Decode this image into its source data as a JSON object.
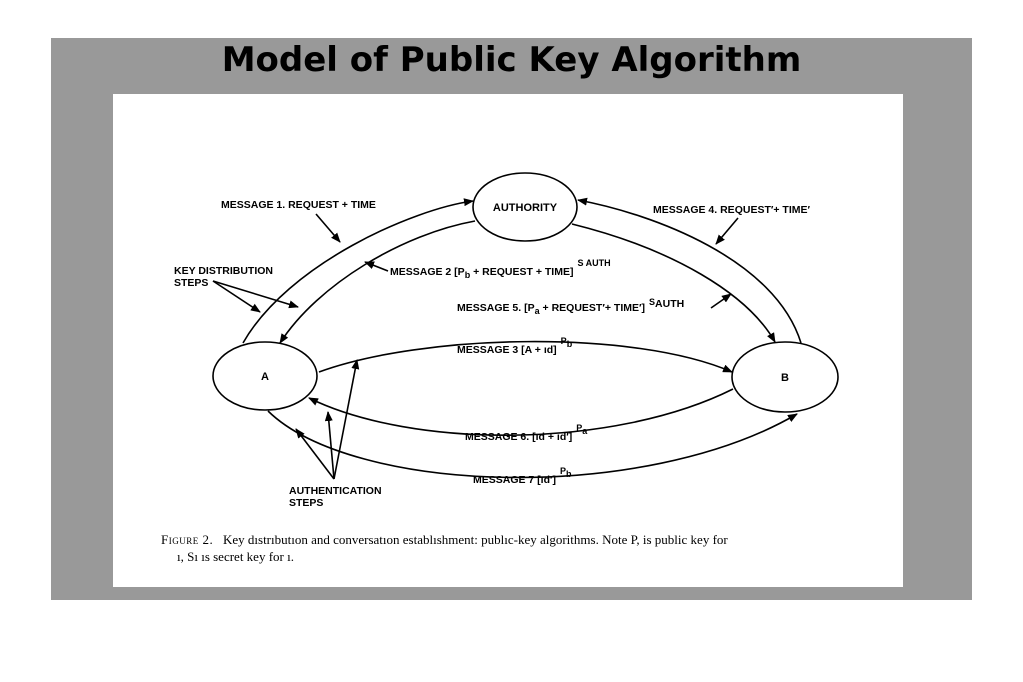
{
  "slide": {
    "title": "Model of Public Key Algorithm",
    "background": "#999999"
  },
  "diagram": {
    "nodes": {
      "authority": "AUTHORITY",
      "a": "A",
      "b": "B"
    },
    "labels": {
      "key_distribution_line1": "KEY DISTRIBUTION",
      "key_distribution_line2": "STEPS",
      "authentication_line1": "AUTHENTICATION",
      "authentication_line2": "STEPS"
    },
    "messages": {
      "m1": "MESSAGE 1.  REQUEST + TIME",
      "m2": {
        "text": "MESSAGE 2  [P",
        "sub": "b",
        "rest": " + REQUEST + TIME]",
        "sup": "S AUTH"
      },
      "m3": {
        "text": "MESSAGE 3   [A + ıd]",
        "sup": "P",
        "sup_sub": "b"
      },
      "m4": "MESSAGE 4.  REQUEST′+ TIME′",
      "m5": {
        "text": "MESSAGE 5.  [P",
        "sub": "a",
        "rest": " + REQUEST′+ TIME′]",
        "sup": "S",
        "sup_sub": "AUTH"
      },
      "m6": {
        "text": "MESSAGE 6.  [ıd + ıd′]",
        "sup": "P",
        "sup_sub": "a"
      },
      "m7": {
        "text": "MESSAGE 7  [ıd′]",
        "sup": "P",
        "sup_sub": "b"
      }
    }
  },
  "caption": {
    "figure_number": "Figure 2.",
    "line1_text": "Key dıstrıbutıon and conversatıon establıshment: publıc-key algorithms. Note  P, is public key for",
    "line2_text": "ı, Sı ıs secret key for ı."
  }
}
